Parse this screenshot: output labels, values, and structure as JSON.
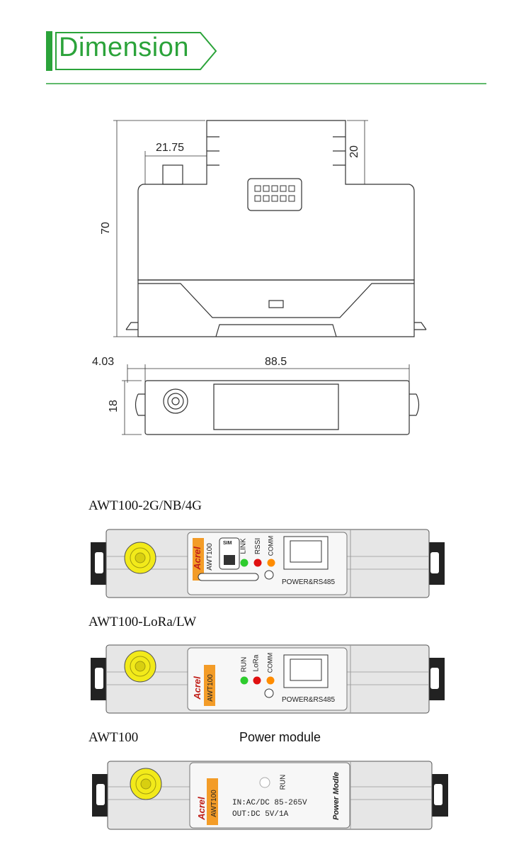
{
  "heading": {
    "title": "Dimension",
    "accent_color": "#2ba33a"
  },
  "front_view": {
    "dim_width_offset": "21.75",
    "dim_top_offset": "20",
    "dim_height": "70"
  },
  "top_view": {
    "dim_edge_offset": "4.03",
    "dim_length": "88.5",
    "dim_depth": "18"
  },
  "models": [
    {
      "caption": "AWT100-2G/NB/4G",
      "brand": "Acrel",
      "model_label": "AWT100",
      "sim_label": "SIM",
      "leds": [
        {
          "label": "LINK",
          "color": "#2ecc2e"
        },
        {
          "label": "RSSI",
          "color": "#e01010"
        },
        {
          "label": "COMM",
          "color": "#ff8c00"
        }
      ],
      "port_label": "POWER&RS485"
    },
    {
      "caption": "AWT100-LoRa/LW",
      "brand": "Acrel",
      "model_label": "AWT100",
      "leds": [
        {
          "label": "RUN",
          "color": "#2ecc2e"
        },
        {
          "label": "LoRa",
          "color": "#e01010"
        },
        {
          "label": "COMM",
          "color": "#ff8c00"
        }
      ],
      "port_label": "POWER&RS485"
    },
    {
      "caption": "AWT100",
      "caption_right": "Power module",
      "brand": "Acrel",
      "model_label": "AWT100",
      "run_label": "RUN",
      "input_spec": "IN:AC/DC 85-265V",
      "output_spec": "OUT:DC 5V/1A",
      "side_label": "Power Modle"
    }
  ],
  "colors": {
    "antenna": "#f2ea1a",
    "device_body": "#e6e6e6",
    "line": "#333333"
  }
}
